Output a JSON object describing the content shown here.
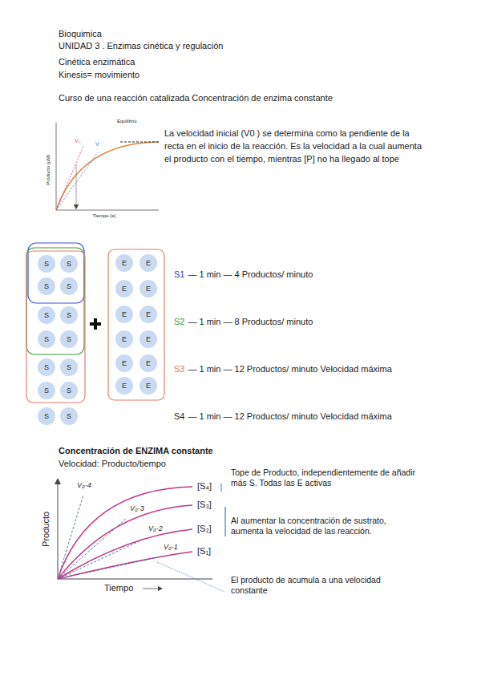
{
  "diagram": {
    "title": "Bioquimica",
    "nodes": [
      {
        "text": [
          "S"
        ]
      },
      {
        "text": [
          "S"
        ]
      },
      {
        "text": [
          "S"
        ]
      },
      {
        "text": [
          "S"
        ]
      },
      {
        "text": [
          "S"
        ]
      },
      {
        "text": [
          "S"
        ]
      },
      {
        "text": [
          "S"
        ]
      },
      {
        "text": [
          "S"
        ]
      },
      {
        "text": [
          "S"
        ]
      },
      {
        "text": [
          "S"
        ]
      },
      {
        "text": [
          "S"
        ]
      },
      {
        "text": [
          "S"
        ]
      },
      {
        "text": [
          "S"
        ]
      },
      {
        "text": [
          "S"
        ]
      },
      {
        "text": [
          "E"
        ]
      },
      {
        "text": [
          "E"
        ]
      },
      {
        "text": [
          "E"
        ]
      },
      {
        "text": [
          "E"
        ]
      },
      {
        "text": [
          "E"
        ]
      },
      {
        "text": [
          "E"
        ]
      },
      {
        "text": [
          "E"
        ]
      },
      {
        "text": [
          "E"
        ]
      },
      {
        "text": [
          "E"
        ]
      },
      {
        "text": [
          "E"
        ]
      },
      {
        "text": [
          "E"
        ]
      },
      {
        "text": [
          "E"
        ]
      }
    ],
    "labels": [
      "UNIDAD 3 . Enzimas cinética y regulación",
      "Cinética enzimática",
      "Kinesis= movimiento",
      "Curso de una reacción catalizada Concentración de enzima constante",
      "Equilibrio",
      "V₀",
      "V",
      "Producto (µM)",
      "Tiempo (s)",
      "La velocidad inicial (V0 ) se determina como la pendiente de la recta en el inicio de la reacción. Es la velocidad a la cual aumenta el producto con el tiempo, mientras [P] no ha llegado al tope",
      "S1",
      "— 1 min — 4 Productos/ minuto",
      "S2",
      "— 1 min — 8 Productos/ minuto",
      "S3",
      "— 1 min — 12 Productos/ minuto Velocidad máxima",
      "S4",
      "— 1 min — 12 Productos/ minuto Velocidad máxima",
      "Concentración de ENZIMA constante",
      "Velocidad: Producto/tiempo",
      "V₀-4",
      "V₀-3",
      "V₀-2",
      "V₀-1",
      "[S₄]",
      "[S₃]",
      "[S₂]",
      "[S₁]",
      "Producto",
      "Tiempo",
      "Tope de Producto, independientemente de añadir más S. Todas las E activas",
      "Al aumentar la concentración de sustrato, aumenta la velocidad de las reacción.",
      "El producto de acumula a una velocidad constante"
    ]
  }
}
